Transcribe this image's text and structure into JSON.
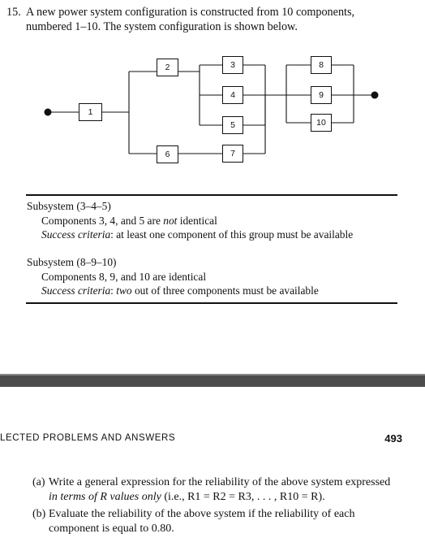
{
  "problem": {
    "number": "15.",
    "line1": "A new power system configuration is constructed from 10 components,",
    "line2": "numbered 1–10. The system configuration is shown below."
  },
  "diagram": {
    "components": [
      "1",
      "2",
      "3",
      "4",
      "5",
      "6",
      "7",
      "8",
      "9",
      "10"
    ]
  },
  "subsystems": [
    {
      "title": "Subsystem (3–4–5)",
      "desc_pre": "Components 3, 4, and 5 are ",
      "desc_em": "not",
      "desc_post": " identical",
      "criteria_label": "Success criteria",
      "criteria_pre": ": at least one component of this group must be available",
      "criteria_em": "",
      "criteria_post": ""
    },
    {
      "title": "Subsystem (8–9–10)",
      "desc_pre": "Components 8, 9, and 10 are identical",
      "desc_em": "",
      "desc_post": "",
      "criteria_label": "Success criteria",
      "criteria_pre": ": ",
      "criteria_em": "two",
      "criteria_post": " out of three components must be available"
    }
  ],
  "footer": {
    "section": "LECTED PROBLEMS AND ANSWERS",
    "page": "493"
  },
  "parts": {
    "a_label": "(a)",
    "a_line1": "Write a general expression for the reliability of the above system expressed",
    "a_line2_em": "in terms of R values only",
    "a_line2_rest": " (i.e., R1 = R2 = R3, . . . , R10 = R).",
    "b_label": "(b)",
    "b_line1": "Evaluate the reliability of the above system if the reliability of each",
    "b_line2": "component is equal to 0.80."
  }
}
